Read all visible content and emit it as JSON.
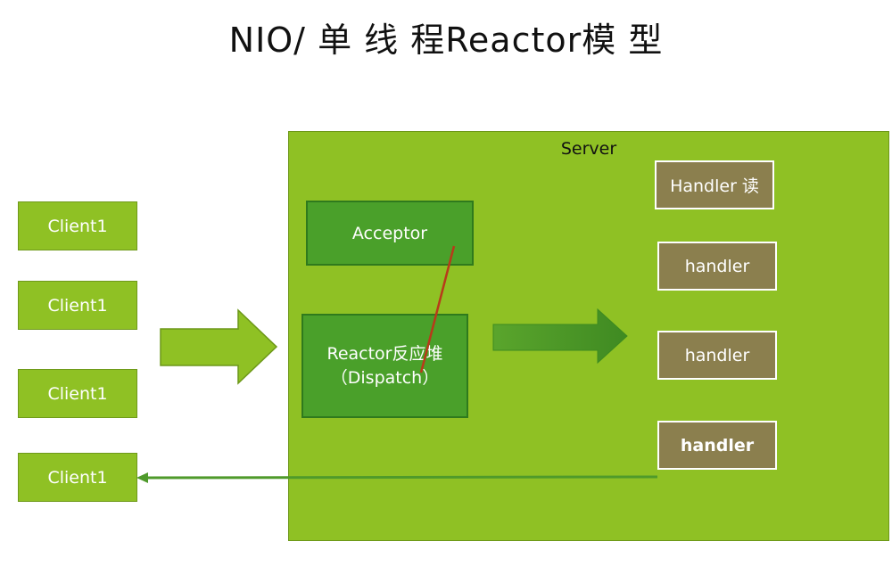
{
  "title": "NIO/ 单 线 程Reactor模 型",
  "clients": [
    "Client1",
    "Client1",
    "Client1",
    "Client1"
  ],
  "server": {
    "label": "Server",
    "acceptor": "Acceptor",
    "reactor_line1": "Reactor反应堆",
    "reactor_line2": "（Dispatch）",
    "handlers": [
      "Handler 读",
      "handler",
      "handler",
      "handler"
    ]
  },
  "colors": {
    "client_fill": "#8fc124",
    "server_fill": "#8fc124",
    "inner_fill": "#4aa02a",
    "handler_fill": "#8b7f4e",
    "dispatch_line": "#b83a1a",
    "return_line": "#4f9a2b"
  }
}
